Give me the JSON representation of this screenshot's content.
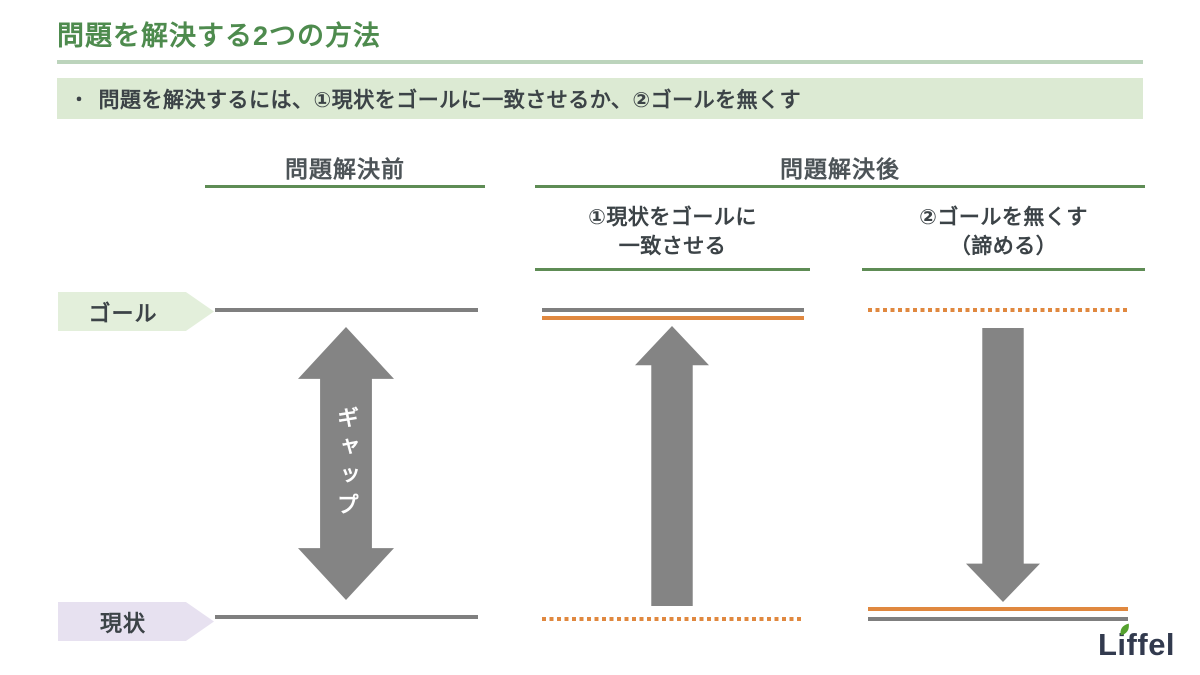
{
  "slide": {
    "title": "問題を解決する2つの方法",
    "summary": {
      "bullet": "・",
      "text": "問題を解決するには、①現状をゴールに一致させるか、②ゴールを無くす"
    }
  },
  "diagram": {
    "col_before": {
      "header": "問題解決前",
      "gap_label": "ギャップ"
    },
    "col_after": {
      "header": "問題解決後",
      "method1": {
        "line1": "①現状をゴールに",
        "line2": "一致させる"
      },
      "method2": {
        "line1": "②ゴールを無くす",
        "line2": "（諦める）"
      }
    },
    "row_labels": {
      "goal": "ゴール",
      "current": "現状"
    }
  },
  "logo": {
    "text": "Liffel"
  },
  "colors": {
    "title_green": "#4e8b4e",
    "title_underline": "#bcd4bc",
    "summary_bg": "#dcead3",
    "text_dark": "#3c4347",
    "section_underline_green": "#5e8c55",
    "line_gray": "#7f7f7f",
    "line_orange": "#e0883f",
    "arrow_gray": "#848484",
    "goal_tag_bg": "#e3efdb",
    "current_tag_bg": "#e7e1f0",
    "logo_text": "#323a4e",
    "logo_leaf": "#55a12e"
  }
}
